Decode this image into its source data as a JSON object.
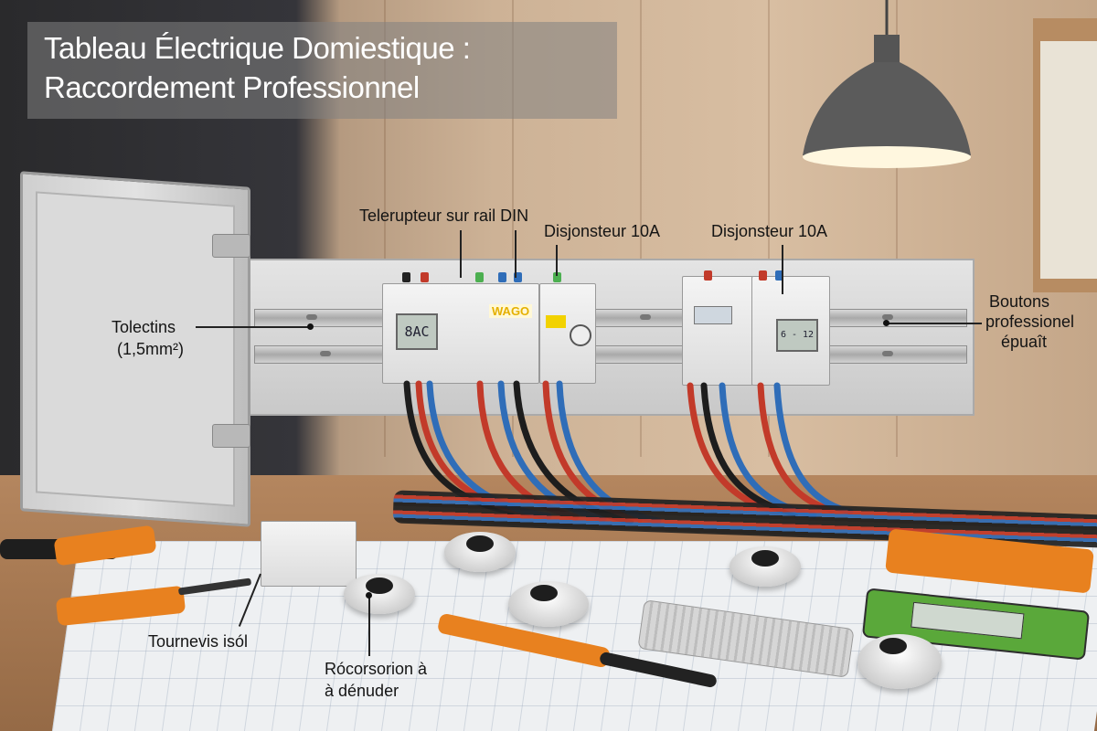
{
  "title": {
    "line1": "Tableau Électrique Domiestique :",
    "line2": "Raccordement Professionnel"
  },
  "labels": {
    "telerupteur": "Telerupteur sur rail DIN",
    "disjoncteur_1": "Disjonsteur 10A",
    "disjoncteur_2": "Disjonsteur 10A",
    "tolectins_1": "Tolectins",
    "tolectins_2": "(1,5mm²)",
    "boutons_1": "Boutons",
    "boutons_2": "professionel",
    "boutons_3": "épuaît",
    "tournevis": "Tournevis isól",
    "recorsorion_1": "Rócorsorion à",
    "recorsorion_2": "à dénuder"
  },
  "device_text": {
    "brand": "WAGO",
    "lcd_main": "8AC",
    "lcd_small": "6 - 12"
  },
  "colors": {
    "wire_red": "#c23a2a",
    "wire_blue": "#2f6db8",
    "wire_black": "#1d1d1d",
    "tool_orange": "#e8811f",
    "tester_green": "#5aa83a"
  }
}
